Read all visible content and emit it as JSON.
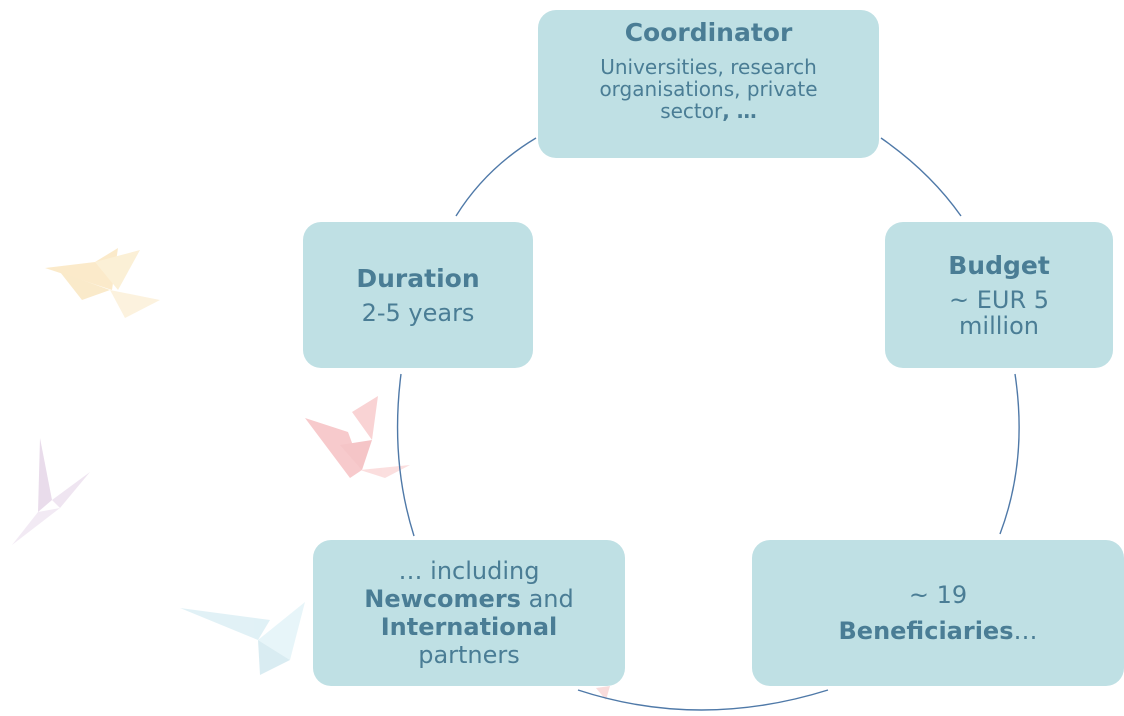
{
  "colors": {
    "box_fill": "#bfe0e4",
    "text": "#4a7d95",
    "connector": "#4f79a8"
  },
  "decorations": [
    "origami-bird-yellow",
    "origami-bird-pink",
    "origami-bird-lilac",
    "origami-bird-cyan"
  ],
  "coordinator": {
    "title": "Coordinator",
    "line1": "Universities, research",
    "line2": "organisations, private",
    "line3_text": "sector",
    "line3_bold": ", …"
  },
  "duration": {
    "title": "Duration",
    "value": "2-5 years"
  },
  "budget": {
    "title": "Budget",
    "line1": "~ EUR 5",
    "line2": "million"
  },
  "beneficiaries": {
    "count": "~ 19",
    "label_bold": "Beneficiaries",
    "label_suffix": "…"
  },
  "newcomers": {
    "line1": "… including",
    "bold1": "Newcomers",
    "text1": " and",
    "bold2": "International",
    "line4": "partners"
  }
}
